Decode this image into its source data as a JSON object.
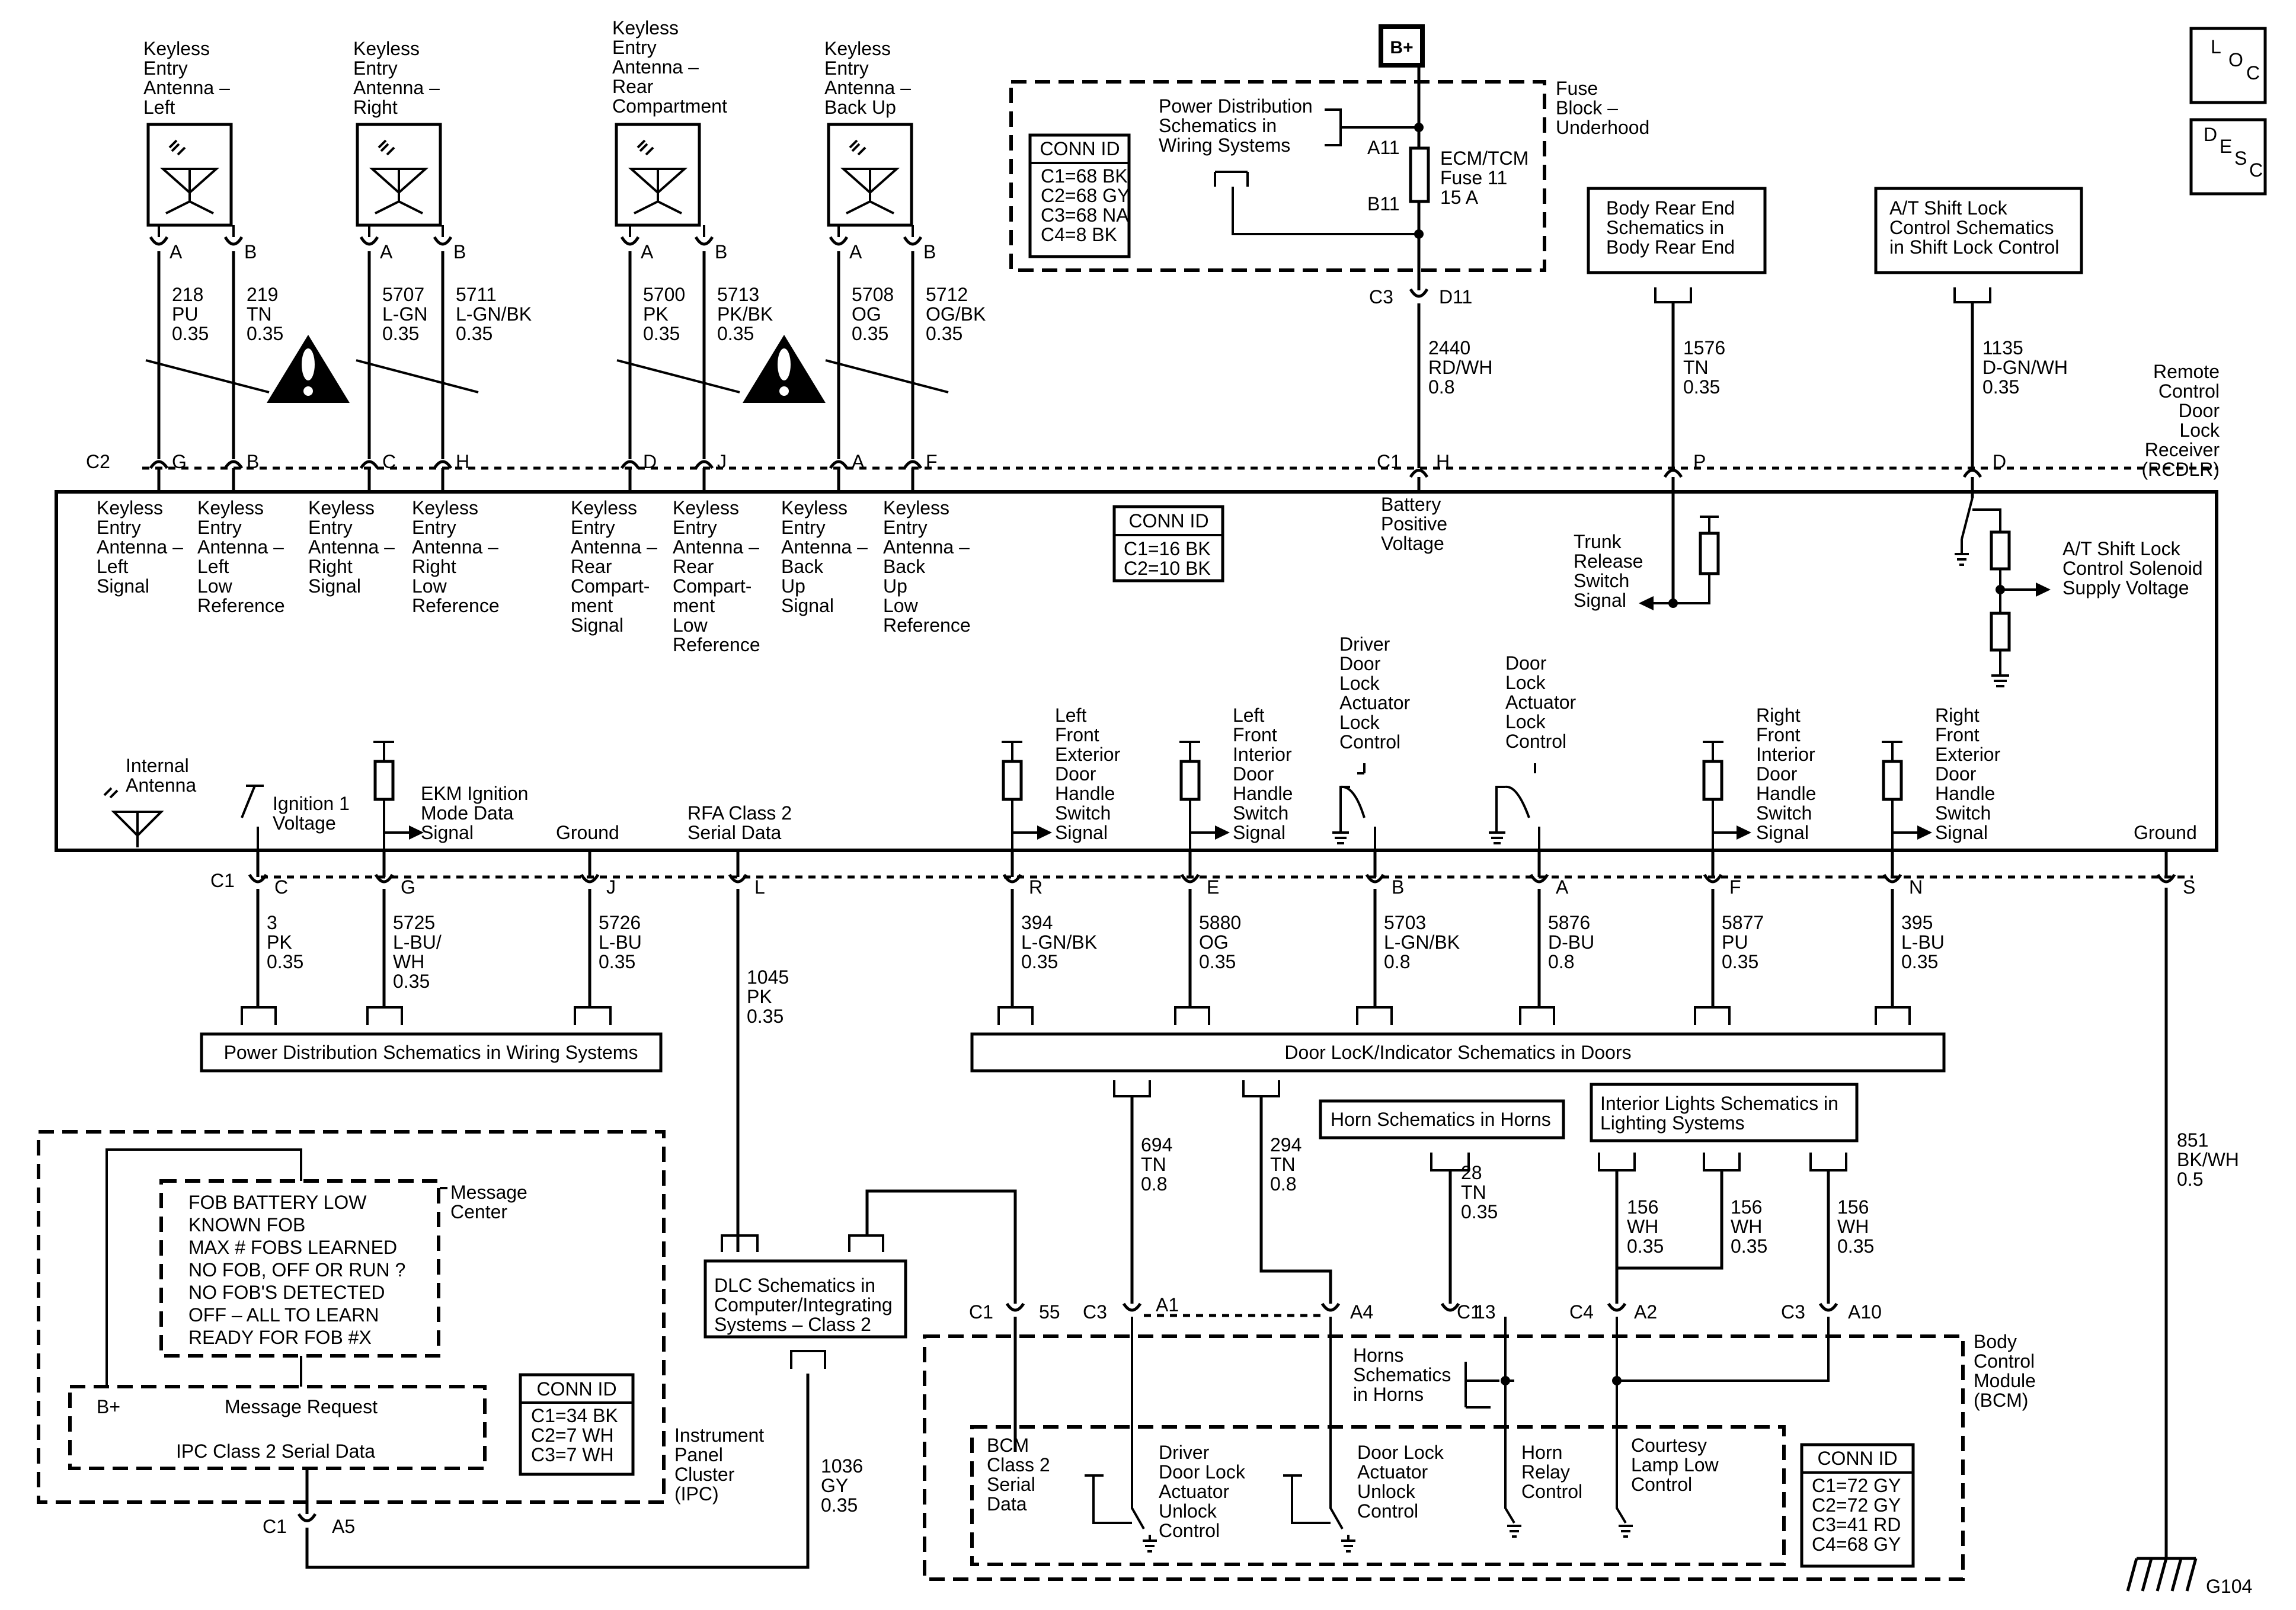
{
  "antennas": [
    {
      "lines": [
        "Keyless",
        "Entry",
        "Antenna –",
        "Left"
      ],
      "pins": [
        "A",
        "B"
      ],
      "wires": [
        [
          "218",
          "PU",
          "0.35"
        ],
        [
          "219",
          "TN",
          "0.35"
        ]
      ],
      "rcdlr_pins": [
        "G",
        "B"
      ]
    },
    {
      "lines": [
        "Keyless",
        "Entry",
        "Antenna –",
        "Right"
      ],
      "pins": [
        "A",
        "B"
      ],
      "wires": [
        [
          "5707",
          "L-GN",
          "0.35"
        ],
        [
          "5711",
          "L-GN/BK",
          "0.35"
        ]
      ],
      "rcdlr_pins": [
        "C",
        "H"
      ]
    },
    {
      "lines": [
        "Keyless",
        "Entry",
        "Antenna –",
        "Rear",
        "Compartment"
      ],
      "pins": [
        "A",
        "B"
      ],
      "wires": [
        [
          "5700",
          "PK",
          "0.35"
        ],
        [
          "5713",
          "PK/BK",
          "0.35"
        ]
      ],
      "rcdlr_pins": [
        "D",
        "J"
      ]
    },
    {
      "lines": [
        "Keyless",
        "Entry",
        "Antenna –",
        "Back Up"
      ],
      "pins": [
        "A",
        "B"
      ],
      "wires": [
        [
          "5708",
          "OG",
          "0.35"
        ],
        [
          "5712",
          "OG/BK",
          "0.35"
        ]
      ],
      "rcdlr_pins": [
        "A",
        "F"
      ]
    }
  ],
  "fuse": {
    "battery": "B+",
    "block_label": [
      "Fuse",
      "Block –",
      "Underhood"
    ],
    "pd_ref": [
      "Power Distribution",
      "Schematics in",
      "Wiring Systems"
    ],
    "pin_in": "A11",
    "pin_out": "B11",
    "fuse_label": [
      "ECM/TCM",
      "Fuse 11",
      "15 A"
    ],
    "conn_id_title": "CONN ID",
    "conn_ids": [
      "C1=68 BK",
      "C2=68 GY",
      "C3=68 NA",
      "C4=8 BK"
    ],
    "out_connector": "C3",
    "out_pin": "D11",
    "wire": [
      "2440",
      "RD/WH",
      "0.8"
    ]
  },
  "body_rear": {
    "ref": [
      "Body Rear End",
      "Schematics in",
      "Body Rear End"
    ],
    "wire": [
      "1576",
      "TN",
      "0.35"
    ],
    "pin": "P"
  },
  "shift_lock": {
    "ref": [
      "A/T Shift Lock",
      "Control Schematics",
      "in Shift Lock Control"
    ],
    "wire": [
      "1135",
      "D-GN/WH",
      "0.35"
    ],
    "pin": "D"
  },
  "loc": [
    "L",
    "O",
    "C"
  ],
  "desc": [
    "D",
    "E",
    "S",
    "C"
  ],
  "rcdlr": {
    "name": [
      "Remote",
      "Control",
      "Door",
      "Lock",
      "Receiver",
      "(RCDLR)"
    ],
    "c2": "C2",
    "c1": "C1",
    "c1_top_pin": "H",
    "conn_id_title": "CONN ID",
    "conn_ids": [
      "C1=16 BK",
      "C2=10 BK"
    ],
    "signals": [
      [
        "Keyless",
        "Entry",
        "Antenna –",
        "Left",
        "Signal"
      ],
      [
        "Keyless",
        "Entry",
        "Antenna –",
        "Left",
        "Low",
        "Reference"
      ],
      [
        "Keyless",
        "Entry",
        "Antenna –",
        "Right",
        "Signal"
      ],
      [
        "Keyless",
        "Entry",
        "Antenna –",
        "Right",
        "Low",
        "Reference"
      ],
      [
        "Keyless",
        "Entry",
        "Antenna –",
        "Rear",
        "Compart-",
        "ment",
        "Signal"
      ],
      [
        "Keyless",
        "Entry",
        "Antenna –",
        "Rear",
        "Compart-",
        "ment",
        "Low",
        "Reference"
      ],
      [
        "Keyless",
        "Entry",
        "Antenna –",
        "Back",
        "Up",
        "Signal"
      ],
      [
        "Keyless",
        "Entry",
        "Antenna –",
        "Back",
        "Up",
        "Low",
        "Reference"
      ]
    ],
    "battery_positive": [
      "Battery",
      "Positive",
      "Voltage"
    ],
    "trunk": [
      "Trunk",
      "Release",
      "Switch",
      "Signal"
    ],
    "shift_solenoid": [
      "A/T Shift Lock",
      "Control Solenoid",
      "Supply Voltage"
    ],
    "internal_antenna": [
      "Internal",
      "Antenna"
    ],
    "ignition": [
      "Ignition 1",
      "Voltage"
    ],
    "ekm": [
      "EKM Ignition",
      "Mode Data",
      "Signal"
    ],
    "ground_j": "Ground",
    "rfa": [
      "RFA Class 2",
      "Serial Data"
    ],
    "lf_ext": [
      "Left",
      "Front",
      "Exterior",
      "Door",
      "Handle",
      "Switch",
      "Signal"
    ],
    "lf_int": [
      "Left",
      "Front",
      "Interior",
      "Door",
      "Handle",
      "Switch",
      "Signal"
    ],
    "driver_lock": [
      "Driver",
      "Door",
      "Lock",
      "Actuator",
      "Lock",
      "Control"
    ],
    "door_lock": [
      "Door",
      "Lock",
      "Actuator",
      "Lock",
      "Control"
    ],
    "rf_int": [
      "Right",
      "Front",
      "Interior",
      "Door",
      "Handle",
      "Switch",
      "Signal"
    ],
    "rf_ext": [
      "Right",
      "Front",
      "Exterior",
      "Door",
      "Handle",
      "Switch",
      "Signal"
    ],
    "ground_s": "Ground"
  },
  "bottom_pins": {
    "connector": "C1",
    "pins": [
      {
        "pin": "C",
        "wire": [
          "3",
          "PK",
          "0.35"
        ]
      },
      {
        "pin": "G",
        "wire": [
          "5725",
          "L-BU/",
          "WH",
          "0.35"
        ]
      },
      {
        "pin": "J",
        "wire": [
          "5726",
          "L-BU",
          "0.35"
        ]
      },
      {
        "pin": "L",
        "wire": [
          "1045",
          "PK",
          "0.35"
        ]
      },
      {
        "pin": "R",
        "wire": [
          "394",
          "L-GN/BK",
          "0.35"
        ]
      },
      {
        "pin": "E",
        "wire": [
          "5880",
          "OG",
          "0.35"
        ]
      },
      {
        "pin": "B",
        "wire": [
          "5703",
          "L-GN/BK",
          "0.8"
        ]
      },
      {
        "pin": "A",
        "wire": [
          "5876",
          "D-BU",
          "0.8"
        ]
      },
      {
        "pin": "F",
        "wire": [
          "5877",
          "PU",
          "0.35"
        ]
      },
      {
        "pin": "N",
        "wire": [
          "395",
          "L-BU",
          "0.35"
        ]
      },
      {
        "pin": "S",
        "wire": [
          "851",
          "BK/WH",
          "0.5"
        ]
      }
    ]
  },
  "pd_bar": "Power Distribution Schematics in Wiring Systems",
  "door_bar": "Door LocK/Indicator Schematics in Doors",
  "horn_ref": "Horn Schematics in Horns",
  "interior_ref": [
    "Interior Lights Schematics in",
    "Lighting Systems"
  ],
  "ipc": {
    "messages": [
      "FOB BATTERY LOW",
      "KNOWN FOB",
      "MAX # FOBS LEARNED",
      "NO FOB, OFF OR RUN ?",
      "NO FOB'S DETECTED",
      "OFF – ALL TO LEARN",
      "READY FOR FOB #X"
    ],
    "message_center": [
      "Message",
      "Center"
    ],
    "bplus": "B+",
    "message_request": "Message Request",
    "serial": "IPC Class 2 Serial Data",
    "conn_id_title": "CONN ID",
    "conn_ids": [
      "C1=34 BK",
      "C2=7 WH",
      "C3=7 WH"
    ],
    "name": [
      "Instrument",
      "Panel",
      "Cluster",
      "(IPC)"
    ],
    "connector": "C1",
    "pin": "A5"
  },
  "dlc": {
    "ref": [
      "DLC Schematics in",
      "Computer/Integrating",
      "Systems – Class 2"
    ],
    "wire": [
      "1036",
      "GY",
      "0.35"
    ]
  },
  "door_wires": [
    [
      "694",
      "TN",
      "0.8"
    ],
    [
      "294",
      "TN",
      "0.8"
    ]
  ],
  "horn_wire": [
    "28",
    "TN",
    "0.35"
  ],
  "interior_wires": [
    [
      "156",
      "WH",
      "0.35"
    ],
    [
      "156",
      "WH",
      "0.35"
    ],
    [
      "156",
      "WH",
      "0.35"
    ]
  ],
  "bcm": {
    "name": [
      "Body",
      "Control",
      "Module",
      "(BCM)"
    ],
    "c1": "C1",
    "pin55": "55",
    "c3": "C3",
    "a1": "A1",
    "a4": "A4",
    "c1b": "C1",
    "pin13": "13",
    "c4": "C4",
    "a2": "A2",
    "c3b": "C3",
    "a10": "A10",
    "class2": [
      "BCM",
      "Class 2",
      "Serial",
      "Data"
    ],
    "driver_unlock": [
      "Driver",
      "Door Lock",
      "Actuator",
      "Unlock",
      "Control"
    ],
    "door_unlock": [
      "Door Lock",
      "Actuator",
      "Unlock",
      "Control"
    ],
    "horns": [
      "Horns",
      "Schematics",
      "in Horns"
    ],
    "horn_relay": [
      "Horn",
      "Relay",
      "Control"
    ],
    "courtesy": [
      "Courtesy",
      "Lamp Low",
      "Control"
    ],
    "conn_id_title": "CONN ID",
    "conn_ids": [
      "C1=72 GY",
      "C2=72 GY",
      "C3=41 RD",
      "C4=68 GY"
    ]
  },
  "ground_id": "G104"
}
